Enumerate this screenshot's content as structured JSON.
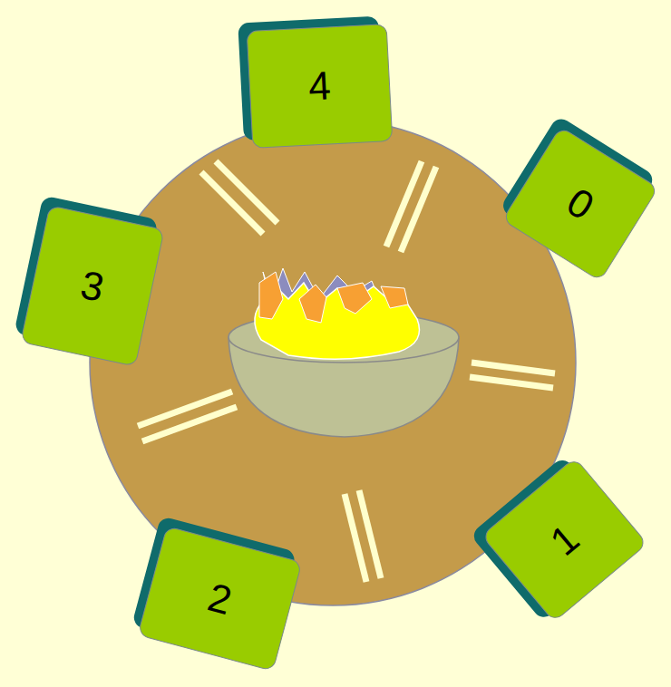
{
  "diagram": {
    "nodes": [
      {
        "text": [
          "4"
        ]
      },
      {
        "text": [
          "0"
        ]
      },
      {
        "text": [
          "3"
        ]
      },
      {
        "text": [
          "1"
        ]
      },
      {
        "text": [
          "2"
        ]
      }
    ]
  }
}
